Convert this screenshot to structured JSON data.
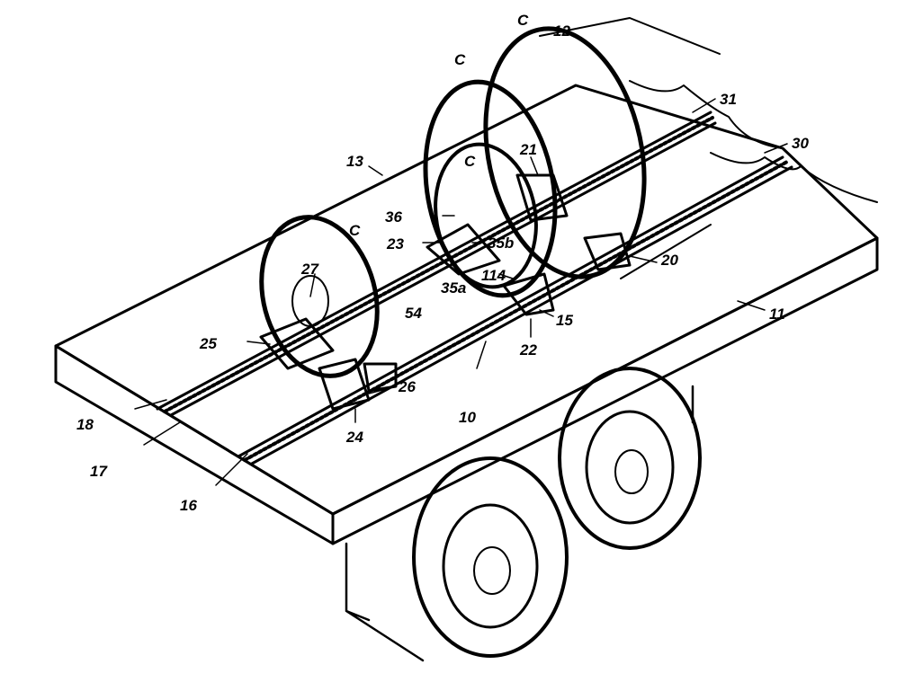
{
  "figure": {
    "labels": {
      "coil_big": "C",
      "coil_mid": "C",
      "coil_small": "C",
      "coil_left": "C",
      "ref_12": "12",
      "ref_31": "31",
      "ref_30": "30",
      "ref_13": "13",
      "ref_21": "21",
      "ref_36": "36",
      "ref_23": "23",
      "ref_35b": "35b",
      "ref_35a": "35a",
      "ref_114": "114",
      "ref_20": "20",
      "ref_54": "54",
      "ref_15": "15",
      "ref_22": "22",
      "ref_27": "27",
      "ref_25": "25",
      "ref_26": "26",
      "ref_24": "24",
      "ref_10": "10",
      "ref_11": "11",
      "ref_18": "18",
      "ref_17": "17",
      "ref_16": "16"
    }
  }
}
